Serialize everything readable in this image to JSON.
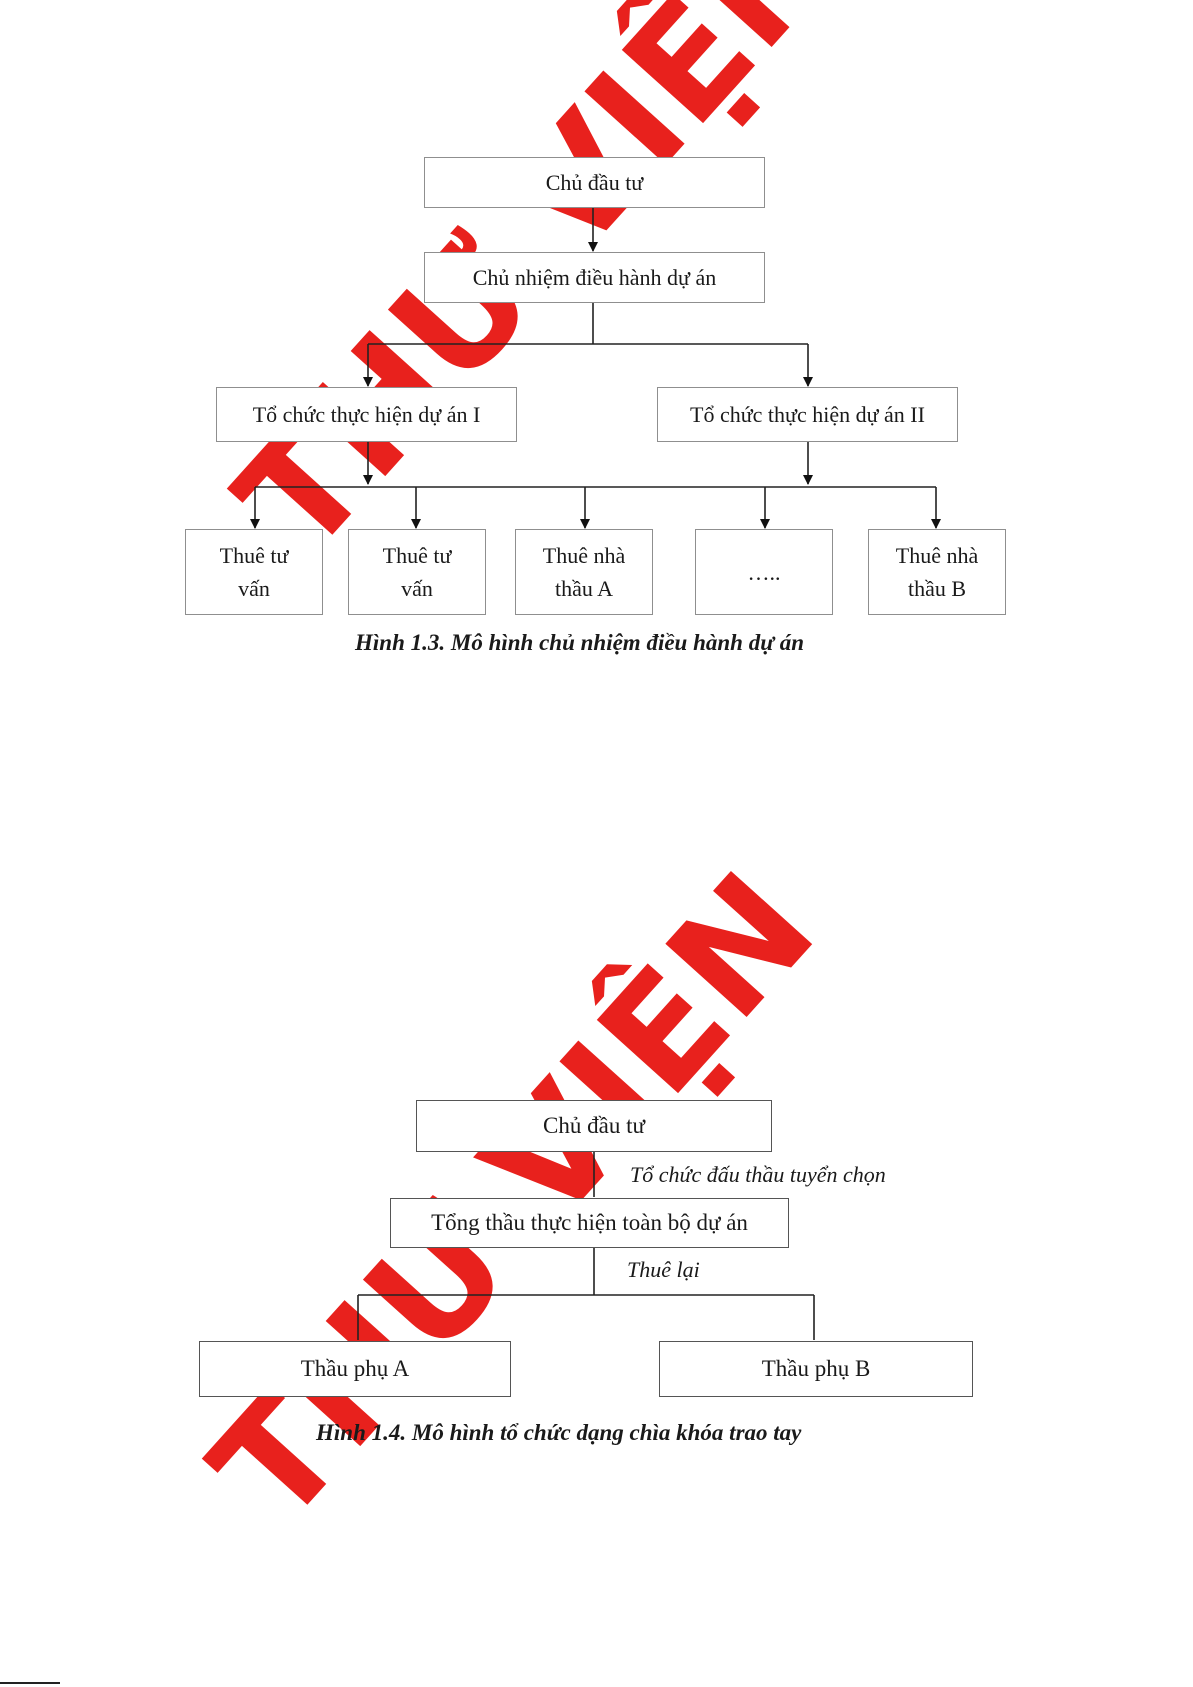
{
  "figure1": {
    "root": "Chủ đầu tư",
    "manager": "Chủ nhiệm điều hành dự án",
    "org_1": "Tổ chức thực hiện dự án I",
    "org_2": "Tổ chức thực hiện dự án II",
    "leaves": [
      {
        "line1": "Thuê tư",
        "line2": "vấn"
      },
      {
        "line1": "Thuê tư",
        "line2": "vấn"
      },
      {
        "line1": "Thuê nhà",
        "line2": "thầu A"
      },
      {
        "line1": "…..",
        "line2": ""
      },
      {
        "line1": "Thuê nhà",
        "line2": "thầu B"
      }
    ],
    "caption": "Hình 1.3. Mô hình chủ nhiệm điều hành dự án"
  },
  "figure2": {
    "root": "Chủ đầu tư",
    "edge_label_1": "Tổ chức đấu thầu tuyển chọn",
    "general_contractor": "Tổng thầu thực hiện toàn bộ dự án",
    "edge_label_2": "Thuê lại",
    "sub_a": "Thầu phụ A",
    "sub_b": "Thầu phụ B",
    "caption": "Hình 1.4. Mô hình tổ chức dạng chìa khóa trao tay"
  },
  "watermark": {
    "text": "THƯ VIỆN",
    "color": "#e8211d"
  }
}
